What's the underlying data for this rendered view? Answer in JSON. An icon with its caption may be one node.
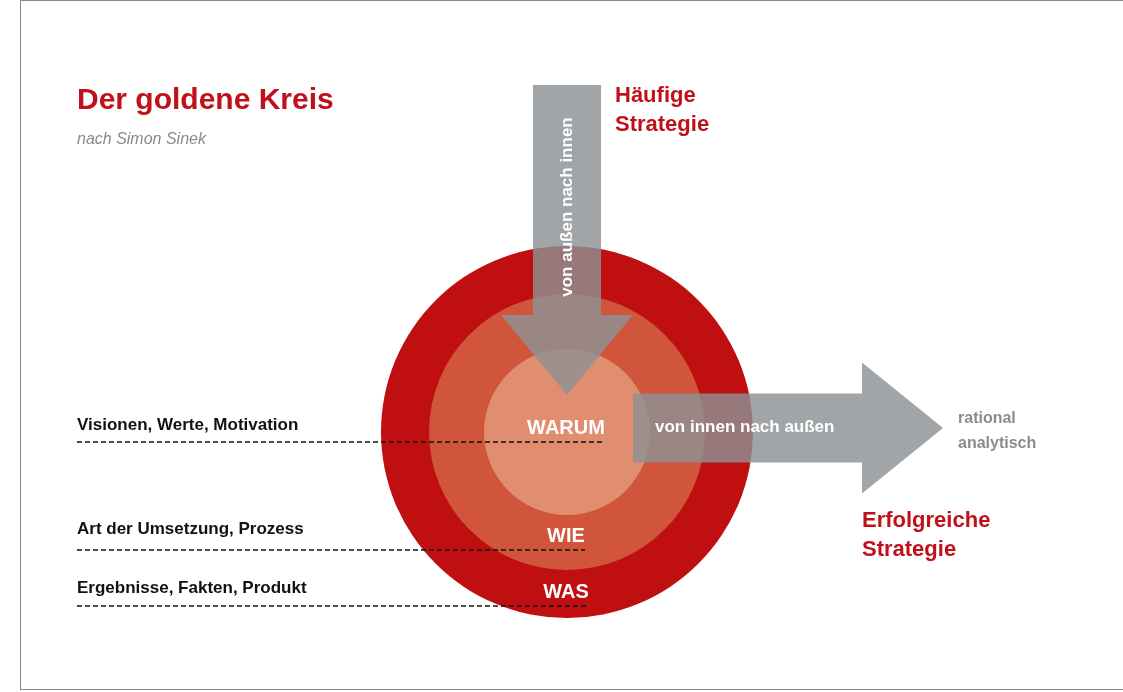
{
  "diagram": {
    "title": "Der goldene Kreis",
    "nodes": [
      {
        "text": [
          "WAS"
        ]
      },
      {
        "text": [
          "WIE"
        ],
        "in": 0
      },
      {
        "text": [
          "WARUM"
        ],
        "in": 1
      },
      {
        "text": [
          "Visionen, Werte, Motivation"
        ]
      },
      {
        "text": [
          "Art der Umsetzung, Prozess"
        ]
      },
      {
        "text": [
          "Ergebnisse, Fakten, Produkt"
        ]
      },
      {
        "text": [
          "rational analytisch"
        ]
      }
    ],
    "edges": [
      {
        "from": 3,
        "to": 2,
        "arrow": "none",
        "style": "dashed"
      },
      {
        "from": 4,
        "to": 1,
        "arrow": "none",
        "style": "dashed"
      },
      {
        "from": 5,
        "to": 0,
        "arrow": "none",
        "style": "dashed"
      },
      {
        "from": null,
        "to": 2,
        "arrow": "to",
        "style": "thick",
        "color": "#8e9194",
        "label": "von außen nach innen"
      },
      {
        "from": 2,
        "to": 6,
        "arrow": "to",
        "style": "thick",
        "color": "#8e9194",
        "label": "von innen nach außen"
      }
    ],
    "labels": [
      "nach Simon Sinek",
      "Häufige Strategie",
      "Erfolgreiche Strategie"
    ]
  }
}
